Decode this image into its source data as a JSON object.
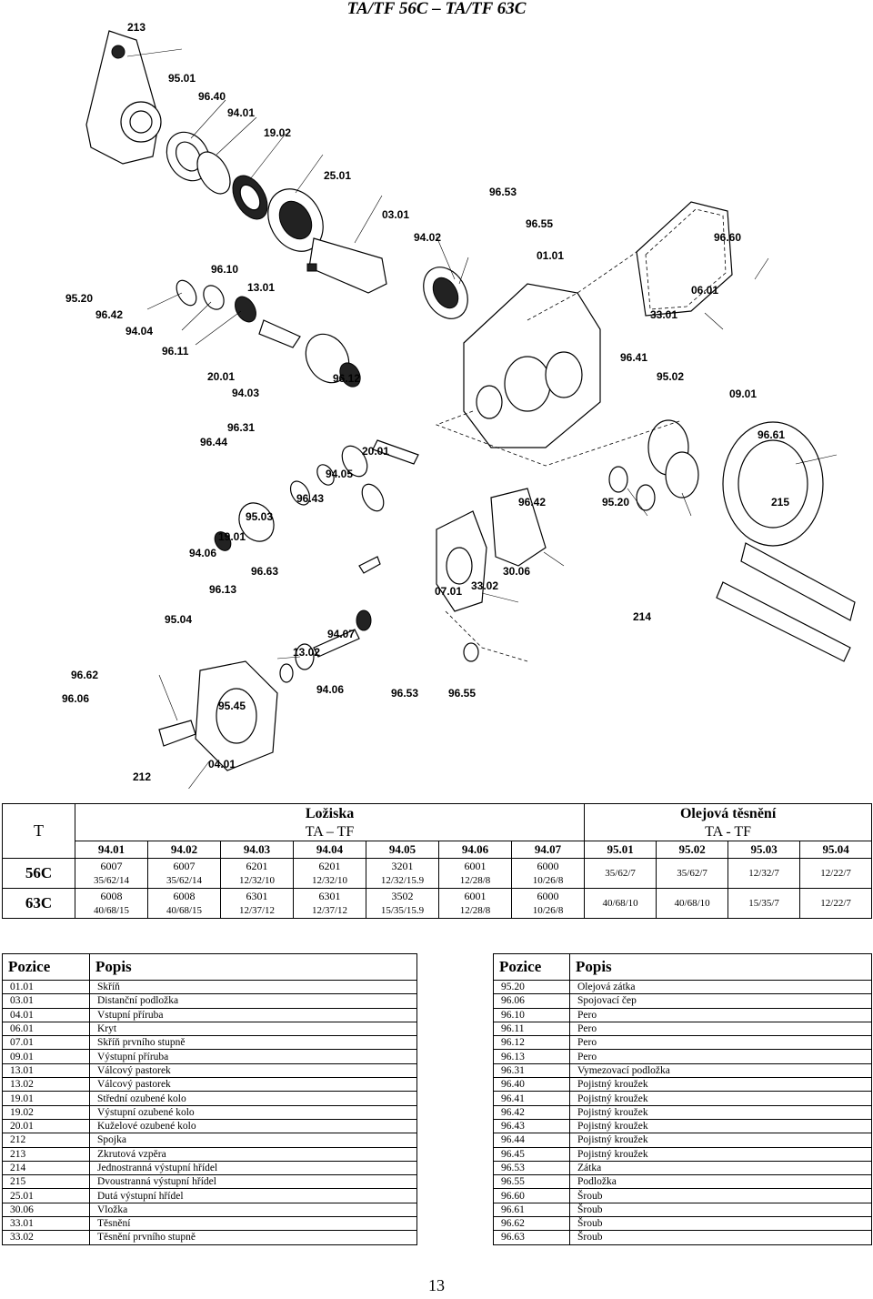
{
  "title": "TA/TF 56C – TA/TF 63C",
  "page_number": "13",
  "diagram_labels": [
    "213",
    "95.01",
    "96.40",
    "94.01",
    "19.02",
    "25.01",
    "96.53",
    "96.55",
    "03.01",
    "94.02",
    "01.01",
    "96.60",
    "33.01",
    "06.01",
    "96.10",
    "13.01",
    "95.20",
    "96.42",
    "94.04",
    "96.11",
    "20.01",
    "94.03",
    "96.12",
    "96.41",
    "95.02",
    "09.01",
    "96.31",
    "96.44",
    "20.01",
    "94.05",
    "96.61",
    "96.43",
    "96.42",
    "95.20",
    "215",
    "95.03",
    "19.01",
    "94.06",
    "30.06",
    "33.02",
    "96.63",
    "07.01",
    "96.13",
    "214",
    "95.04",
    "94.07",
    "13.02",
    "96.62",
    "94.06",
    "96.06",
    "95.45",
    "96.53",
    "96.55",
    "212",
    "04.01"
  ],
  "bearings": {
    "row_header": "T",
    "group_bearings": "Ložiska",
    "group_bearings_sub": "TA – TF",
    "group_seals": "Olejová těsnění",
    "group_seals_sub": "TA - TF",
    "positions": [
      "94.01",
      "94.02",
      "94.03",
      "94.04",
      "94.05",
      "94.06",
      "94.07",
      "95.01",
      "95.02",
      "95.03",
      "95.04"
    ],
    "rows": [
      {
        "type": "56C",
        "bearings": [
          {
            "code": "6007",
            "size": "35/62/14"
          },
          {
            "code": "6007",
            "size": "35/62/14"
          },
          {
            "code": "6201",
            "size": "12/32/10"
          },
          {
            "code": "6201",
            "size": "12/32/10"
          },
          {
            "code": "3201",
            "size": "12/32/15.9"
          },
          {
            "code": "6001",
            "size": "12/28/8"
          },
          {
            "code": "6000",
            "size": "10/26/8"
          }
        ],
        "seals": [
          "35/62/7",
          "35/62/7",
          "12/32/7",
          "12/22/7"
        ]
      },
      {
        "type": "63C",
        "bearings": [
          {
            "code": "6008",
            "size": "40/68/15"
          },
          {
            "code": "6008",
            "size": "40/68/15"
          },
          {
            "code": "6301",
            "size": "12/37/12"
          },
          {
            "code": "6301",
            "size": "12/37/12"
          },
          {
            "code": "3502",
            "size": "15/35/15.9"
          },
          {
            "code": "6001",
            "size": "12/28/8"
          },
          {
            "code": "6000",
            "size": "10/26/8"
          }
        ],
        "seals": [
          "40/68/10",
          "40/68/10",
          "15/35/7",
          "12/22/7"
        ]
      }
    ]
  },
  "parts": {
    "col_position": "Pozice",
    "col_description": "Popis",
    "left": [
      {
        "pos": "01.01",
        "desc": "Skříň"
      },
      {
        "pos": "03.01",
        "desc": "Distanční podložka"
      },
      {
        "pos": "04.01",
        "desc": "Vstupní příruba"
      },
      {
        "pos": "06.01",
        "desc": "Kryt"
      },
      {
        "pos": "07.01",
        "desc": "Skříň prvního stupně"
      },
      {
        "pos": "09.01",
        "desc": "Výstupní příruba"
      },
      {
        "pos": "13.01",
        "desc": "Válcový pastorek"
      },
      {
        "pos": "13.02",
        "desc": "Válcový pastorek"
      },
      {
        "pos": "19.01",
        "desc": "Střední ozubené kolo"
      },
      {
        "pos": "19.02",
        "desc": "Výstupní ozubené kolo"
      },
      {
        "pos": "20.01",
        "desc": "Kuželové ozubené kolo"
      },
      {
        "pos": "212",
        "desc": "Spojka"
      },
      {
        "pos": "213",
        "desc": "Zkrutová vzpěra"
      },
      {
        "pos": "214",
        "desc": "Jednostranná výstupní hřídel"
      },
      {
        "pos": "215",
        "desc": "Dvoustranná výstupní hřídel"
      },
      {
        "pos": "25.01",
        "desc": "Dutá výstupní hřídel"
      },
      {
        "pos": "30.06",
        "desc": "Vložka"
      },
      {
        "pos": "33.01",
        "desc": "Těsnění"
      },
      {
        "pos": "33.02",
        "desc": "Těsnění prvního stupně"
      }
    ],
    "right": [
      {
        "pos": "95.20",
        "desc": "Olejová zátka"
      },
      {
        "pos": "96.06",
        "desc": "Spojovací čep"
      },
      {
        "pos": "96.10",
        "desc": "Pero"
      },
      {
        "pos": "96.11",
        "desc": "Pero"
      },
      {
        "pos": "96.12",
        "desc": "Pero"
      },
      {
        "pos": "96.13",
        "desc": "Pero"
      },
      {
        "pos": "96.31",
        "desc": "Vymezovací podložka"
      },
      {
        "pos": "96.40",
        "desc": "Pojistný kroužek"
      },
      {
        "pos": "96.41",
        "desc": "Pojistný kroužek"
      },
      {
        "pos": "96.42",
        "desc": "Pojistný kroužek"
      },
      {
        "pos": "96.43",
        "desc": "Pojistný kroužek"
      },
      {
        "pos": "96.44",
        "desc": "Pojistný kroužek"
      },
      {
        "pos": "96.45",
        "desc": "Pojistný kroužek"
      },
      {
        "pos": "96.53",
        "desc": "Zátka"
      },
      {
        "pos": "96.55",
        "desc": "Podložka"
      },
      {
        "pos": "96.60",
        "desc": "Šroub"
      },
      {
        "pos": "96.61",
        "desc": "Šroub"
      },
      {
        "pos": "96.62",
        "desc": "Šroub"
      },
      {
        "pos": "96.63",
        "desc": "Šroub"
      }
    ]
  }
}
